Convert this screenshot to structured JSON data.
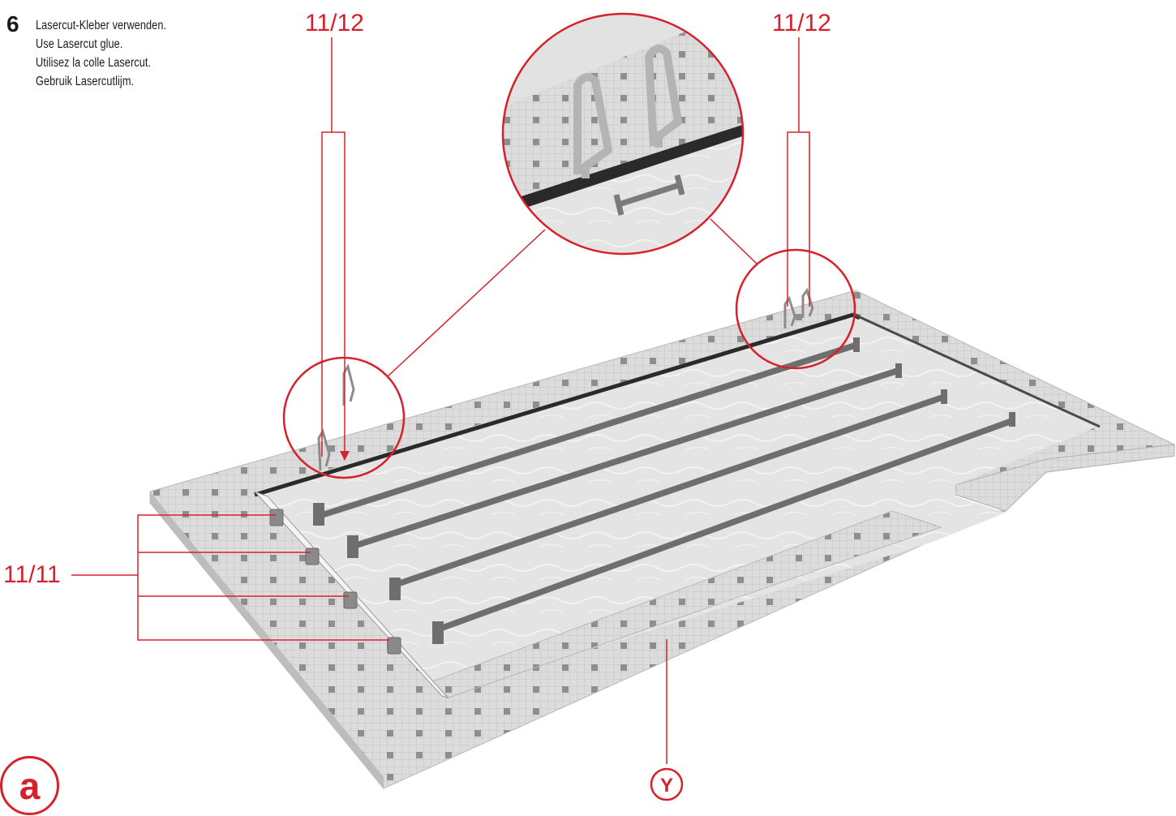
{
  "step": {
    "number": "6",
    "instructions": [
      "Lasercut-Kleber verwenden.",
      "Use Lasercut glue.",
      "Utilisez la colle Lasercut.",
      "Gebruik Lasercutlijm."
    ]
  },
  "callouts": {
    "ladder_left": "11/12",
    "ladder_right": "11/12",
    "blocks": "11/11",
    "border_part": "Y"
  },
  "panel_label": "a",
  "colors": {
    "callout_red": "#d6202b",
    "text": "#1a1a1a",
    "tile": "#d9d9d9",
    "water": "#e6e6e6",
    "lane": "#6e6e6e",
    "edge": "#2a2a2a"
  }
}
